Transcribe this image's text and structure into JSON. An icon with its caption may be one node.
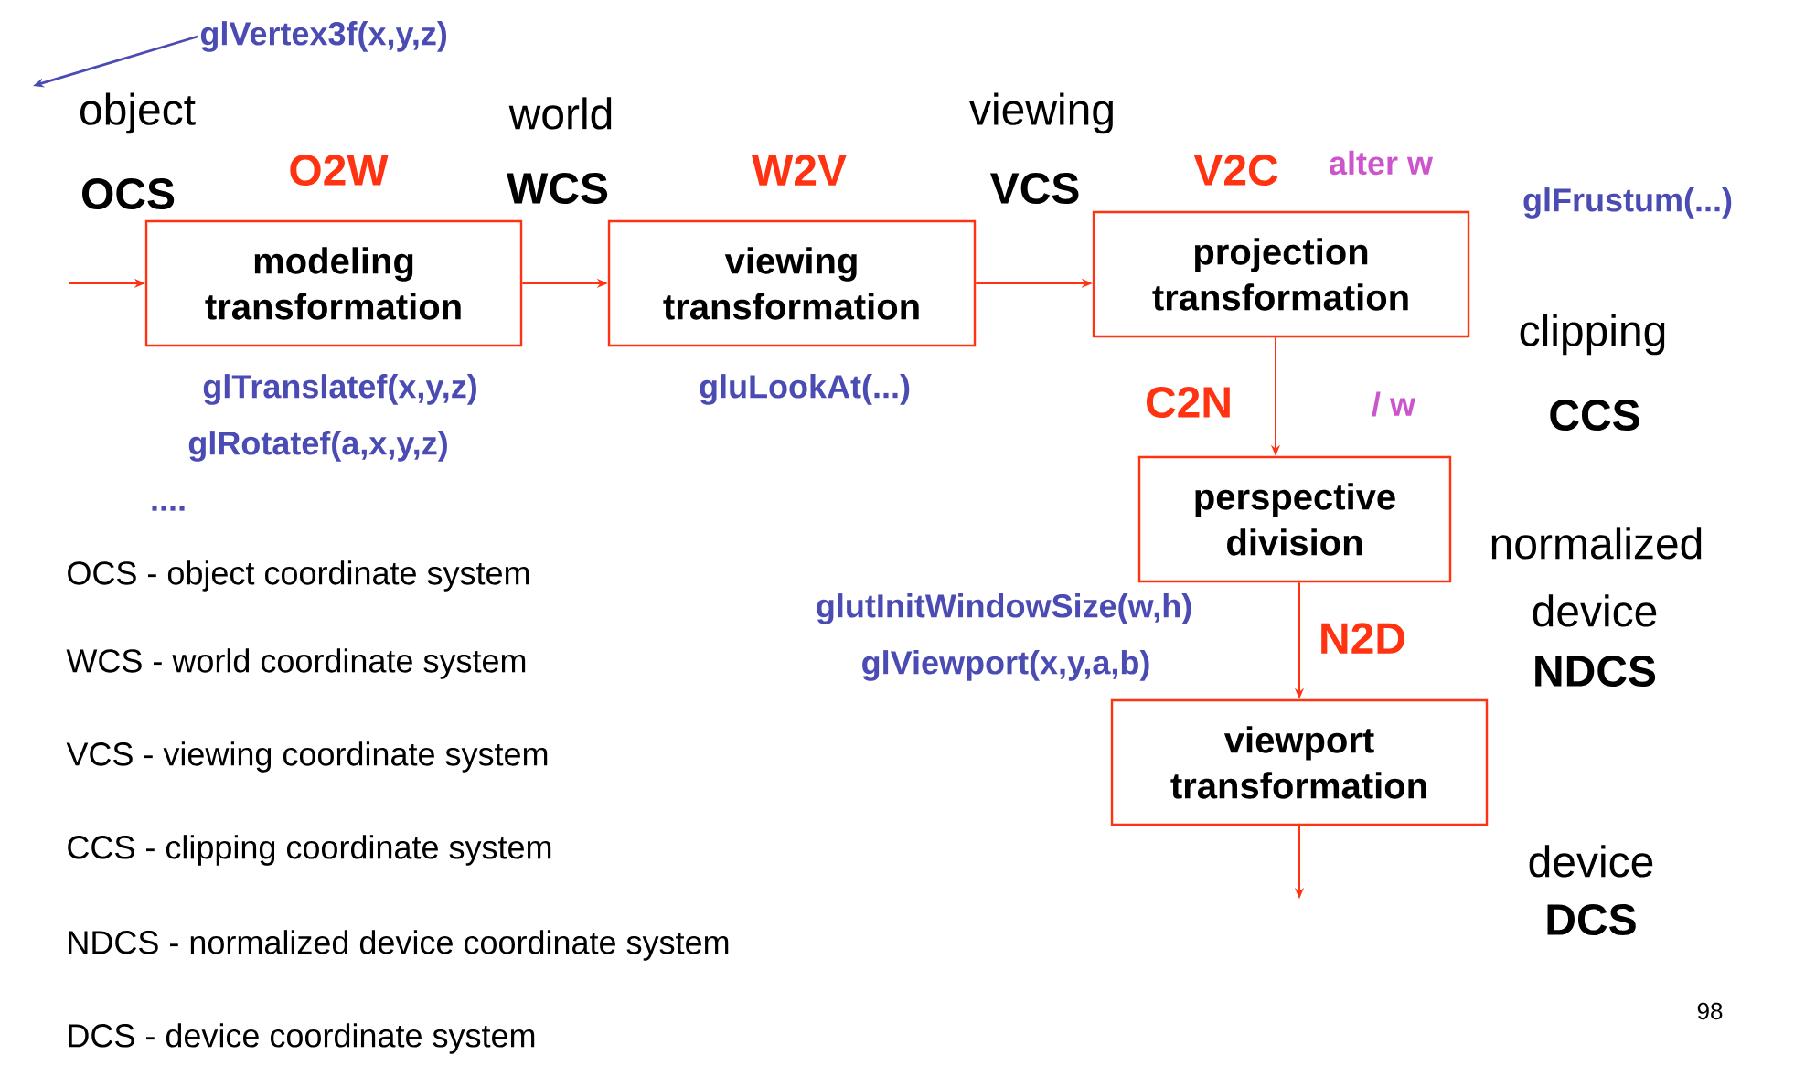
{
  "diagram": {
    "nodes": [
      {
        "text": [
          "modeling transformation"
        ]
      },
      {
        "text": [
          "viewing transformation"
        ]
      },
      {
        "text": [
          "projection transformation"
        ]
      },
      {
        "text": [
          "perspective division"
        ]
      },
      {
        "text": [
          "viewport transformation"
        ]
      },
      {
        "text": [
          "glVertex3f(x,y,z)"
        ]
      }
    ],
    "edges": [
      {
        "from": null,
        "to": 0,
        "arrow": "to"
      },
      {
        "from": 0,
        "to": 1,
        "arrow": "to"
      },
      {
        "from": 1,
        "to": 2,
        "arrow": "to"
      },
      {
        "from": 2,
        "to": 3,
        "arrow": "to"
      },
      {
        "from": 3,
        "to": 4,
        "arrow": "to"
      },
      {
        "from": 4,
        "to": null,
        "arrow": "to"
      },
      {
        "from": 5,
        "to": null,
        "arrow": "to",
        "color": "#4b4bb4"
      }
    ],
    "labels": [
      "object",
      "world",
      "viewing",
      "O2W",
      "W2V",
      "V2C",
      "alter w",
      "OCS",
      "WCS",
      "VCS",
      "glFrustum(...)",
      "clipping",
      "glTranslatef(x,y,z)",
      "gluLookAt(...)",
      "C2N",
      "/ w",
      "CCS",
      "glRotatef(a,x,y,z)",
      "....",
      "normalized",
      "OCS - object coordinate system",
      "glutInitWindowSize(w,h)",
      "device",
      "N2D",
      "WCS - world coordinate system",
      "glViewport(x,y,a,b)",
      "NDCS",
      "VCS - viewing coordinate system",
      "CCS - clipping coordinate system",
      "device",
      "DCS",
      "NDCS - normalized device coordinate system",
      "98",
      "DCS - device coordinate system"
    ]
  }
}
